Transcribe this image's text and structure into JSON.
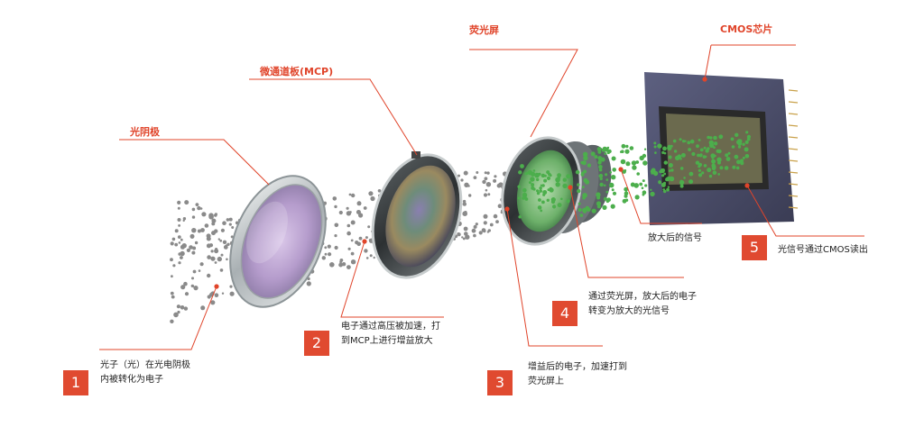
{
  "labels": {
    "photocathode": "光阴极",
    "mcp": "微通道板(MCP)",
    "phosphor": "荧光屏",
    "cmos": "CMOS芯片"
  },
  "steps": [
    {
      "num": "1",
      "lines": [
        "光子（光）在光电阴极",
        "内被转化为电子"
      ]
    },
    {
      "num": "2",
      "lines": [
        "电子通过高压被加速，打",
        "到MCP上进行增益放大"
      ]
    },
    {
      "num": "3",
      "lines": [
        "增益后的电子，加速打到",
        "荧光屏上"
      ]
    },
    {
      "num": "4",
      "lines": [
        "通过荧光屏，放大后的电子",
        "转变为放大的光信号"
      ]
    },
    {
      "num": "5",
      "lines": [
        "光信号通过CMOS读出"
      ]
    }
  ],
  "annotations": {
    "amplified_signal": "放大后的信号"
  },
  "colors": {
    "accent": "#e04a30",
    "electron": "#8a8a8a",
    "photon": "#4cae4c",
    "chip": "#4a4d6a"
  }
}
